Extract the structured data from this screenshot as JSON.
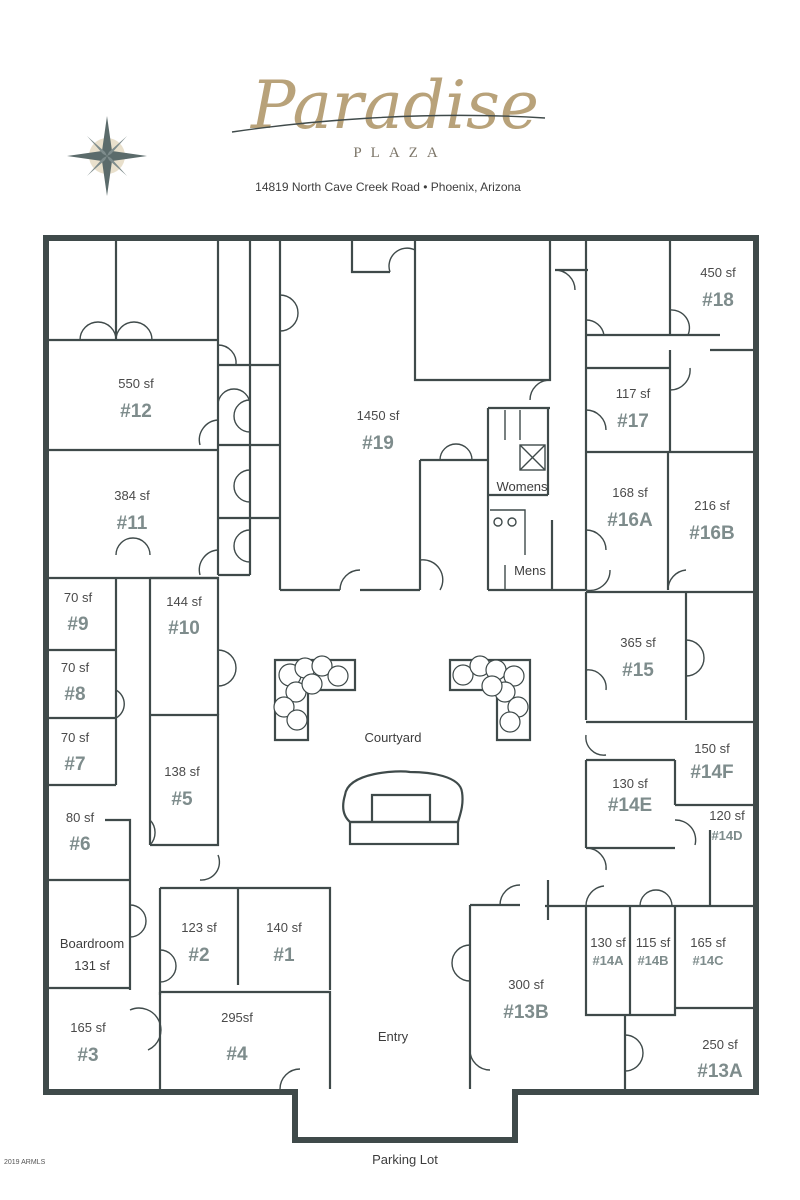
{
  "header": {
    "logo_name": "Paradise",
    "logo_sub": "PLAZA",
    "address": "14819 North Cave Creek Road • Phoenix, Arizona"
  },
  "units": {
    "u18": {
      "sf": "450 sf",
      "id": "#18"
    },
    "u12": {
      "sf": "550 sf",
      "id": "#12"
    },
    "u19": {
      "sf": "1450 sf",
      "id": "#19"
    },
    "u17": {
      "sf": "117 sf",
      "id": "#17"
    },
    "u11": {
      "sf": "384 sf",
      "id": "#11"
    },
    "u16a": {
      "sf": "168 sf",
      "id": "#16A"
    },
    "u16b": {
      "sf": "216 sf",
      "id": "#16B"
    },
    "u9": {
      "sf": "70 sf",
      "id": "#9"
    },
    "u10": {
      "sf": "144 sf",
      "id": "#10"
    },
    "u15": {
      "sf": "365 sf",
      "id": "#15"
    },
    "u8": {
      "sf": "70 sf",
      "id": "#8"
    },
    "u7": {
      "sf": "70 sf",
      "id": "#7"
    },
    "u14f": {
      "sf": "150 sf",
      "id": "#14F"
    },
    "u5": {
      "sf": "138 sf",
      "id": "#5"
    },
    "u14e": {
      "sf": "130 sf",
      "id": "#14E"
    },
    "u14d": {
      "sf": "120 sf",
      "id": "#14D"
    },
    "u6": {
      "sf": "80 sf",
      "id": "#6"
    },
    "u2": {
      "sf": "123 sf",
      "id": "#2"
    },
    "u1": {
      "sf": "140 sf",
      "id": "#1"
    },
    "u13b": {
      "sf": "300 sf",
      "id": "#13B"
    },
    "u14a": {
      "sf": "130 sf",
      "id": "#14A"
    },
    "u14b": {
      "sf": "115 sf",
      "id": "#14B"
    },
    "u14c": {
      "sf": "165 sf",
      "id": "#14C"
    },
    "u3": {
      "sf": "165 sf",
      "id": "#3"
    },
    "u4": {
      "sf": "295sf",
      "id": "#4"
    },
    "u13a": {
      "sf": "250 sf",
      "id": "#13A"
    }
  },
  "labels": {
    "boardroom": "Boardroom",
    "boardroom_sf": "131 sf",
    "womens": "Womens",
    "mens": "Mens",
    "courtyard": "Courtyard",
    "entry": "Entry",
    "parking": "Parking Lot",
    "copyright": "2019 ARMLS"
  },
  "colors": {
    "wall": "#3f4a4a",
    "unit_number": "#7e8c8c",
    "logo_gold": "#b8a27a"
  },
  "icons": {
    "compass": "compass-rose-icon"
  }
}
